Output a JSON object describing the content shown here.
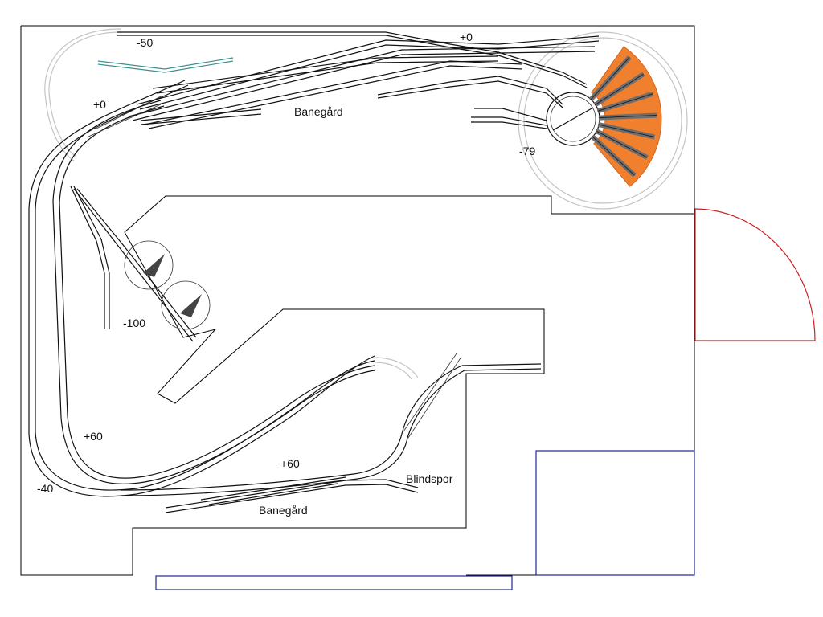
{
  "labels": {
    "elev_top_left": "-50",
    "elev_top_center": "+0",
    "elev_left_upper": "+0",
    "station_top": "Banegård",
    "elev_turntable": "-79",
    "elev_hidden": "-100",
    "elev_left_mid": "+60",
    "elev_left_low": "-40",
    "elev_bottom_center": "+60",
    "siding": "Blindspor",
    "station_bottom": "Banegård"
  },
  "colors": {
    "roundhouse": "#f07f2e",
    "door": "#cc2222",
    "furniture": "#1b2a8f",
    "connector": "#3f8f8c",
    "ghost_track": "#c4c4c4"
  },
  "roundhouse_stalls": 7
}
